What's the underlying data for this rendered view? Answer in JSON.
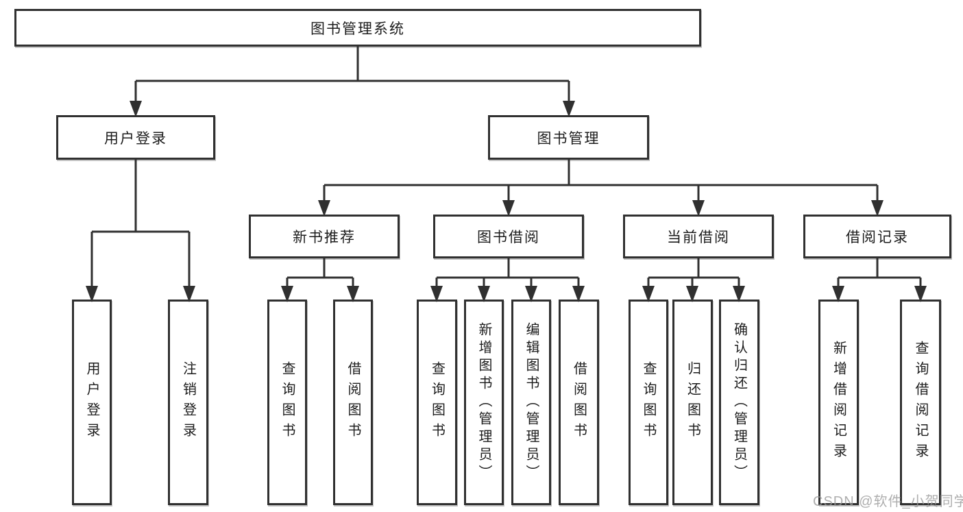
{
  "tree": {
    "label": "图书管理系统",
    "children": [
      {
        "label": "用户登录",
        "children": [
          {
            "label": "用户登录"
          },
          {
            "label": "注销登录"
          }
        ]
      },
      {
        "label": "图书管理",
        "children": [
          {
            "label": "新书推荐",
            "children": [
              {
                "label": "查询图书"
              },
              {
                "label": "借阅图书"
              }
            ]
          },
          {
            "label": "图书借阅",
            "children": [
              {
                "label": "查询图书"
              },
              {
                "label": "新增图书（管理员）"
              },
              {
                "label": "编辑图书（管理员）"
              },
              {
                "label": "借阅图书"
              }
            ]
          },
          {
            "label": "当前借阅",
            "children": [
              {
                "label": "查询图书"
              },
              {
                "label": "归还图书"
              },
              {
                "label": "确认归还（管理员）"
              }
            ]
          },
          {
            "label": "借阅记录",
            "children": [
              {
                "label": "新增借阅记录"
              },
              {
                "label": "查询借阅记录"
              }
            ]
          }
        ]
      }
    ]
  },
  "watermark": {
    "text": "CSDN @软件_小贺同学"
  },
  "colors": {
    "line": "#303030",
    "text": "#1c1c1c",
    "watermark": "#9a9a9a",
    "background": "#ffffff"
  }
}
